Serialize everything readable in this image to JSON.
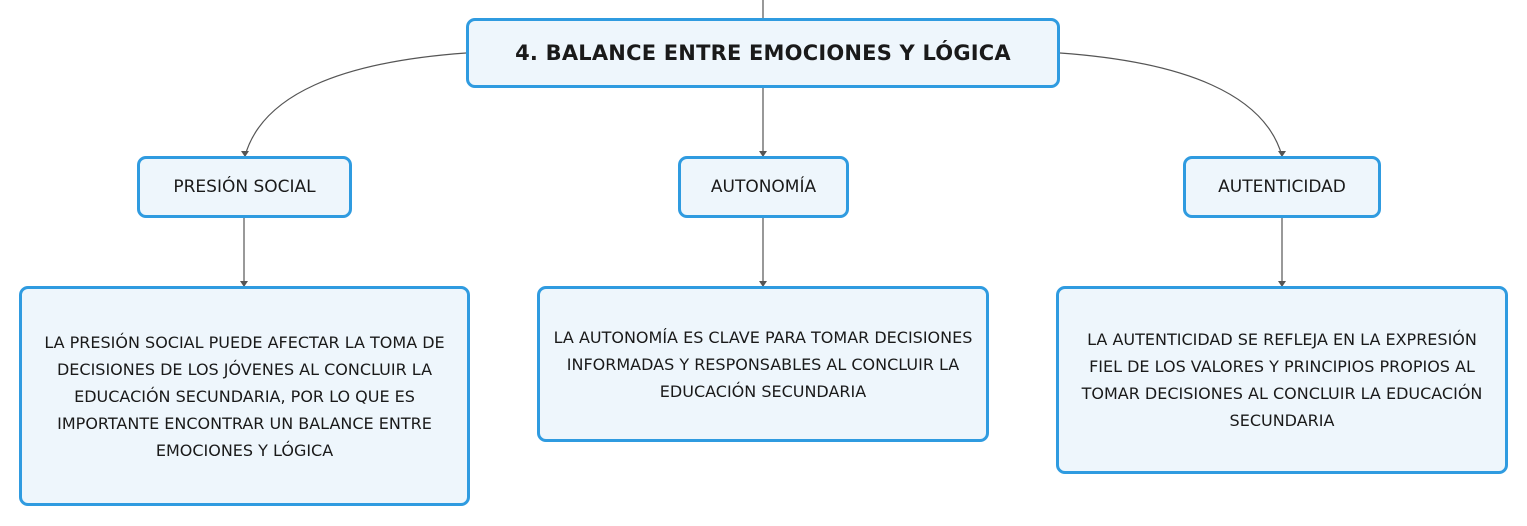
{
  "diagram": {
    "main_topic": "4. BALANCE ENTRE EMOCIONES Y LÓGICA",
    "subtopics": [
      {
        "label": "PRESIÓN SOCIAL",
        "detail": "LA PRESIÓN SOCIAL PUEDE AFECTAR LA TOMA DE DECISIONES DE LOS JÓVENES AL CONCLUIR LA EDUCACIÓN SECUNDARIA, POR LO QUE ES IMPORTANTE ENCONTRAR UN BALANCE ENTRE EMOCIONES Y LÓGICA"
      },
      {
        "label": "AUTONOMÍA",
        "detail": "LA AUTONOMÍA ES CLAVE PARA TOMAR DECISIONES INFORMADAS Y RESPONSABLES AL CONCLUIR LA EDUCACIÓN SECUNDARIA"
      },
      {
        "label": "AUTENTICIDAD",
        "detail": "LA AUTENTICIDAD SE REFLEJA EN LA EXPRESIÓN FIEL DE LOS VALORES Y PRINCIPIOS PROPIOS AL TOMAR DECISIONES AL CONCLUIR LA EDUCACIÓN SECUNDARIA"
      }
    ]
  },
  "colors": {
    "node_border": "#2f9be0",
    "node_fill": "#eef6fc",
    "connector": "#555555",
    "text": "#1a1a1a"
  }
}
